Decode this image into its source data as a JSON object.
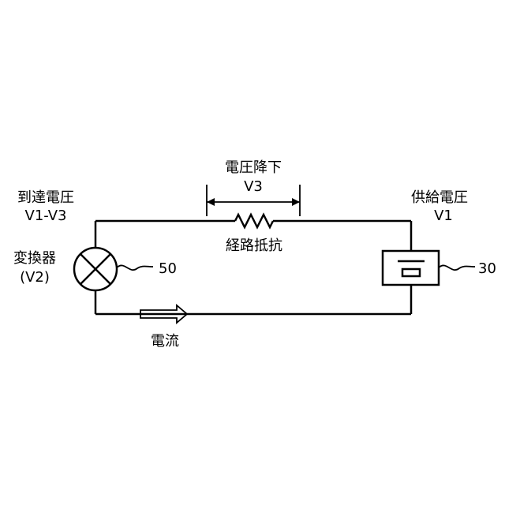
{
  "labels": {
    "voltage_drop_title": "電圧降下",
    "voltage_drop_value": "V3",
    "arrival_voltage_title": "到達電圧",
    "arrival_voltage_value": "V1-V3",
    "supply_voltage_title": "供給電圧",
    "supply_voltage_value": "V1",
    "path_resistance": "経路抵抗",
    "converter_title": "変換器",
    "converter_value": "(V2)",
    "converter_ref": "50",
    "supply_ref": "30",
    "current": "電流"
  }
}
